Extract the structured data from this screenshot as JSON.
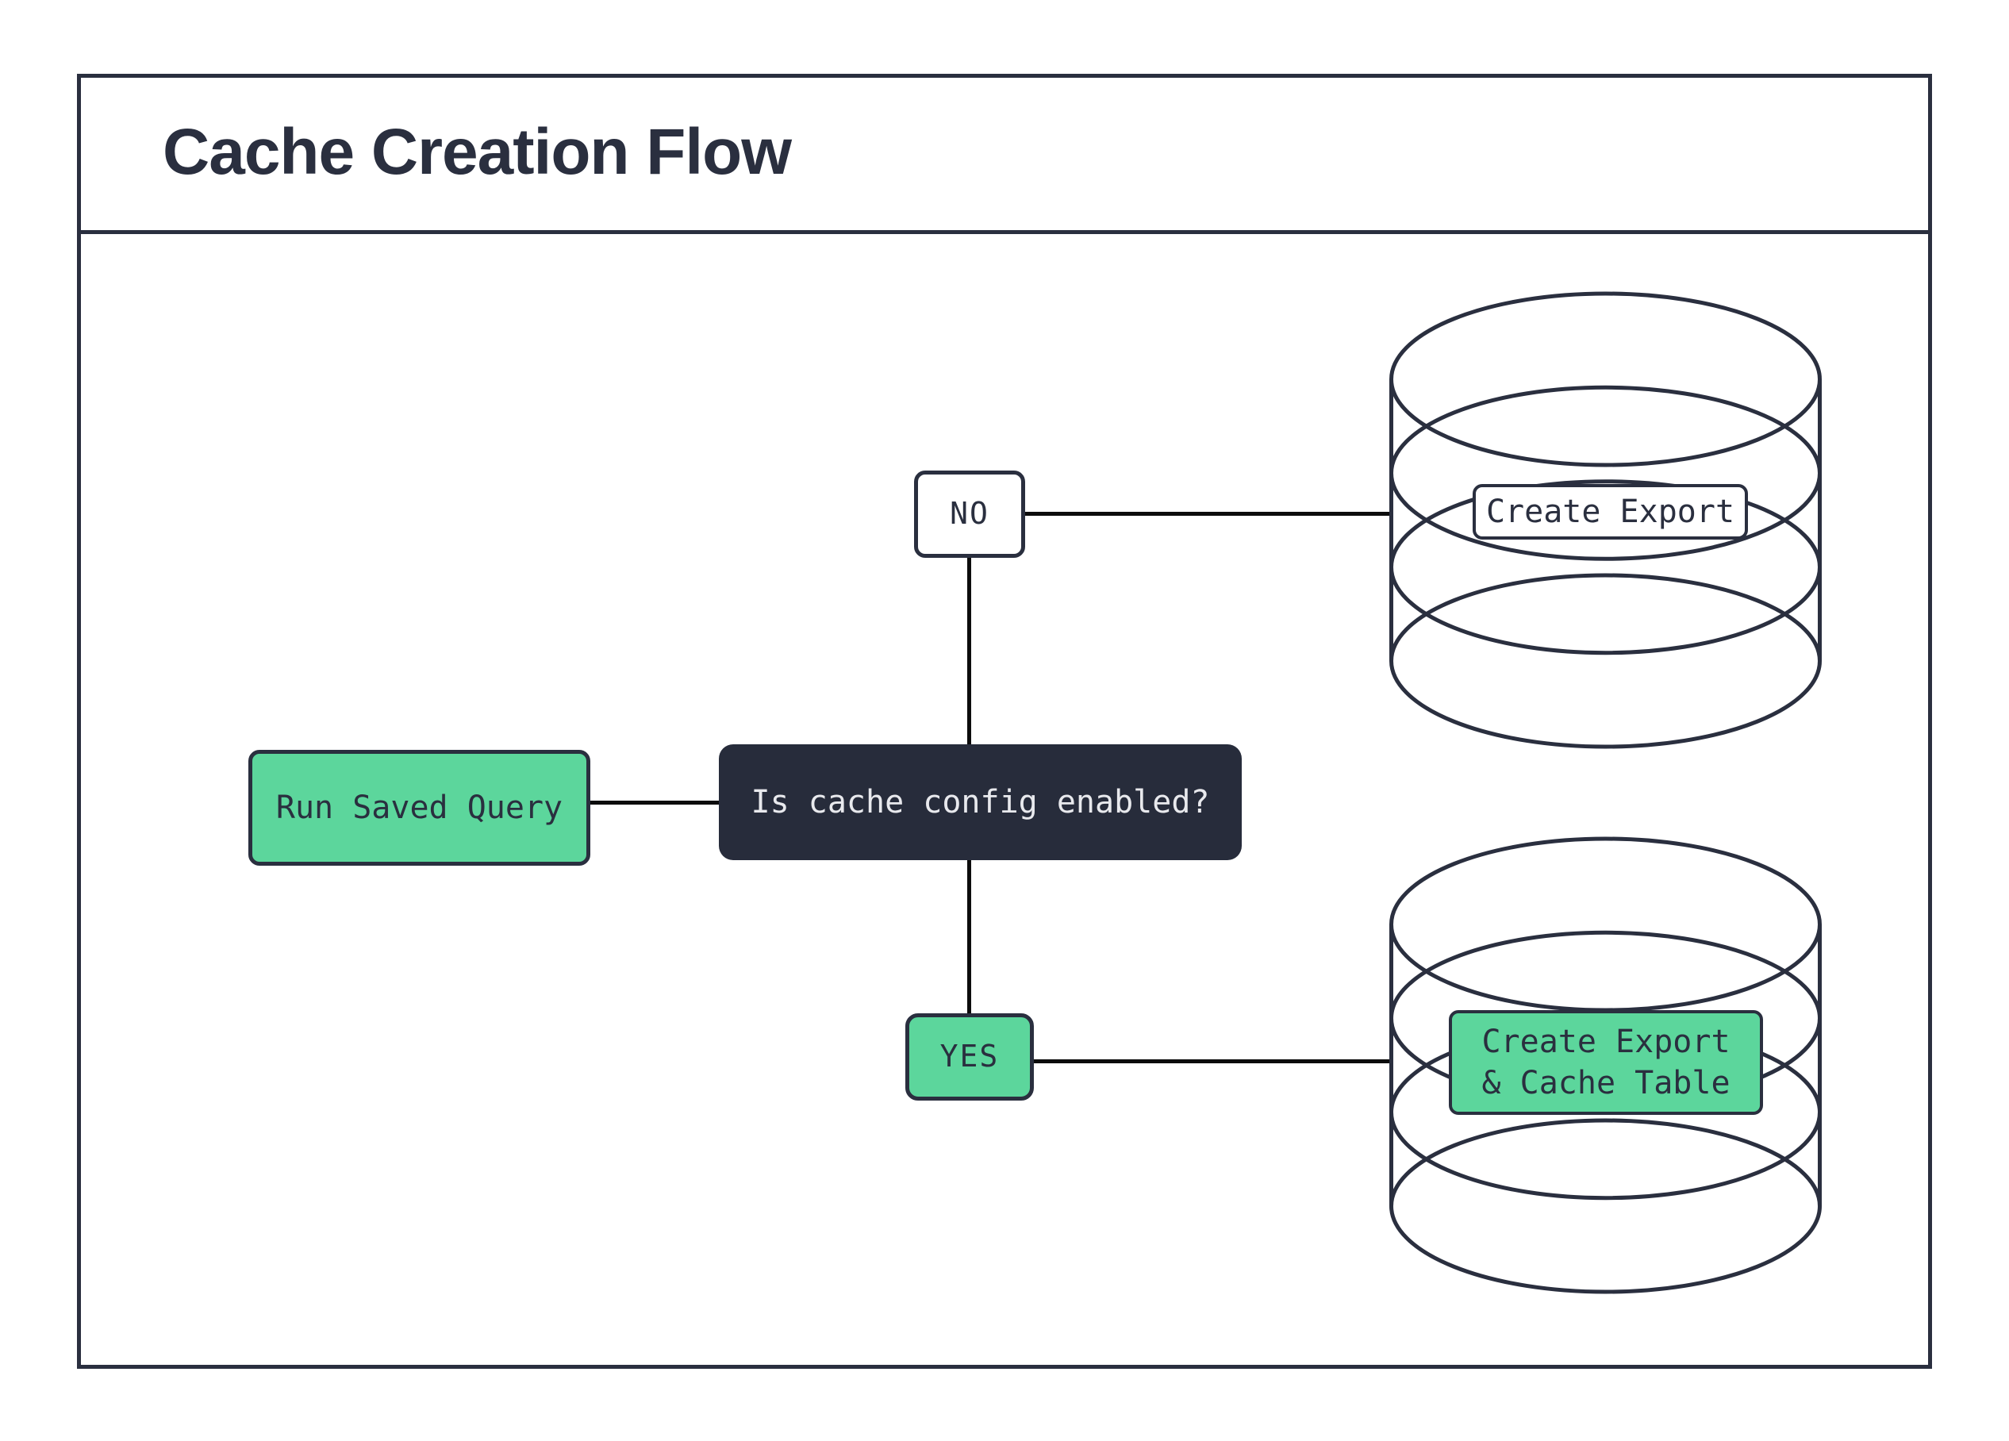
{
  "title": "Cache Creation Flow",
  "nodes": {
    "start": {
      "label": "Run Saved Query"
    },
    "decision": {
      "label": "Is cache config enabled?"
    },
    "no_branch": {
      "label": "NO"
    },
    "yes_branch": {
      "label": "YES"
    },
    "db_no_label": {
      "label": "Create Export"
    },
    "db_yes_label": {
      "label": "Create Export\n& Cache Table"
    }
  },
  "icons": {
    "database_top": "database-icon",
    "database_bottom": "database-icon"
  },
  "colors": {
    "frame_navy": "#2a2f3f",
    "decision_bg": "#272c3b",
    "accent_green": "#5cd69c",
    "connector_black": "#0c0c0c",
    "decision_text": "#e8e9ed",
    "background": "#ffffff"
  }
}
